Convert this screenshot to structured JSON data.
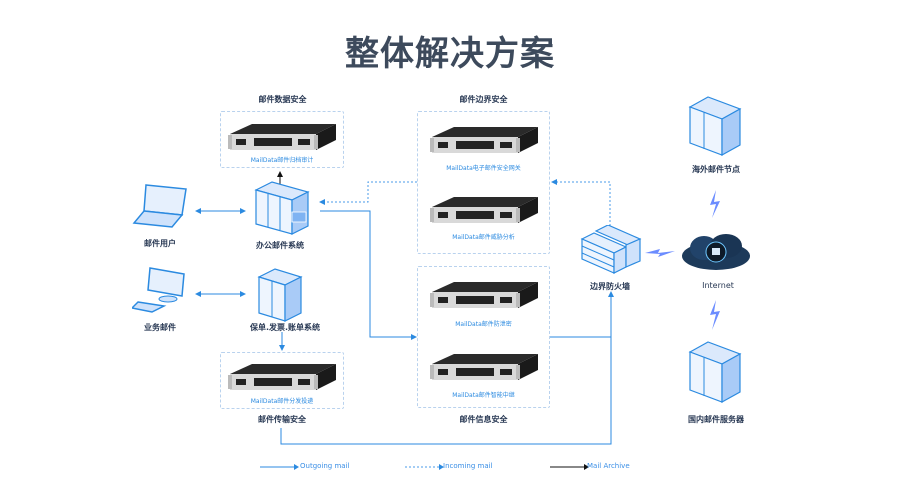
{
  "title": "整体解决方案",
  "groups": {
    "data_security": {
      "title": "邮件数据安全",
      "devices": [
        "MailData邮件归档审计"
      ]
    },
    "boundary_security": {
      "title": "邮件边界安全",
      "devices": [
        "MailData电子邮件安全网关",
        "MailData邮件威胁分析"
      ]
    },
    "info_security": {
      "title": "邮件信息安全",
      "devices": [
        "MailData邮件防泄密",
        "MailData邮件智能中继"
      ]
    },
    "transport_security": {
      "title": "邮件传输安全",
      "devices": [
        "MailData邮件分发投递"
      ]
    }
  },
  "nodes": {
    "mail_user": "邮件用户",
    "business_mail": "业务邮件",
    "office_mail_system": "办公邮件系统",
    "billing_system": "保单.发票.账单系统",
    "firewall": "边界防火墙",
    "overseas_node": "海外邮件节点",
    "internet": "Internet",
    "domestic_server": "国内邮件服务器"
  },
  "legend": [
    {
      "label": "Outgoing mail",
      "style": "solid-blue"
    },
    {
      "label": "Incoming mail",
      "style": "dashed-blue"
    },
    {
      "label": "Mail Archive",
      "style": "solid-black"
    }
  ],
  "colors": {
    "accent": "#2b8ae0",
    "title": "#3d4a5c",
    "line": "#4a9be8",
    "lightning": "#6b8cff"
  }
}
